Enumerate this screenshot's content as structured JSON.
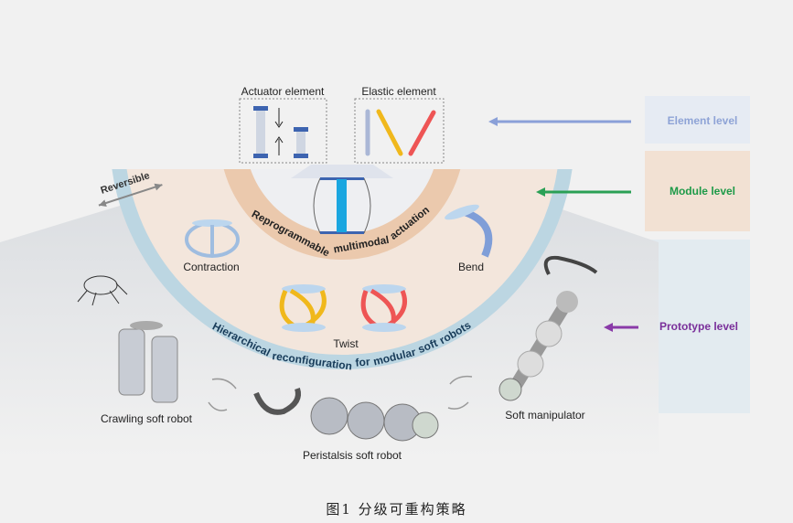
{
  "figure": {
    "caption": "图1 分级可重构策略",
    "boxes": {
      "actuator": "Actuator element",
      "elastic": "Elastic element"
    },
    "arc_labels": {
      "module": "Reprogrammable multimodal actuation",
      "prototype": "Hierarchical reconfiguration for modular soft robots"
    },
    "reversible": "Reversible",
    "modes": {
      "contraction": "Contraction",
      "bend": "Bend",
      "twist": "Twist"
    },
    "robots": {
      "crawling": "Crawling soft robot",
      "peristalsis": "Peristalsis soft robot",
      "manipulator": "Soft manipulator"
    },
    "levels": [
      {
        "label": "Element level",
        "color": "#8ea3d6",
        "bg": "#e6ebf3",
        "arrow": "#8aa0d8"
      },
      {
        "label": "Module level",
        "color": "#1e9a48",
        "bg": "#f2e1d3",
        "arrow": "#2aa055"
      },
      {
        "label": "Prototype level",
        "color": "#7a2f9a",
        "bg": "#e3ebf0",
        "arrow": "#8a3aa8"
      }
    ],
    "colors": {
      "actuator": "#3d64b0",
      "core": "#1aa6e0",
      "yellow": "#f0b81c",
      "red": "#ee5555",
      "ring": "#bcd6e2",
      "orange_band": "#ebc9ad"
    }
  }
}
